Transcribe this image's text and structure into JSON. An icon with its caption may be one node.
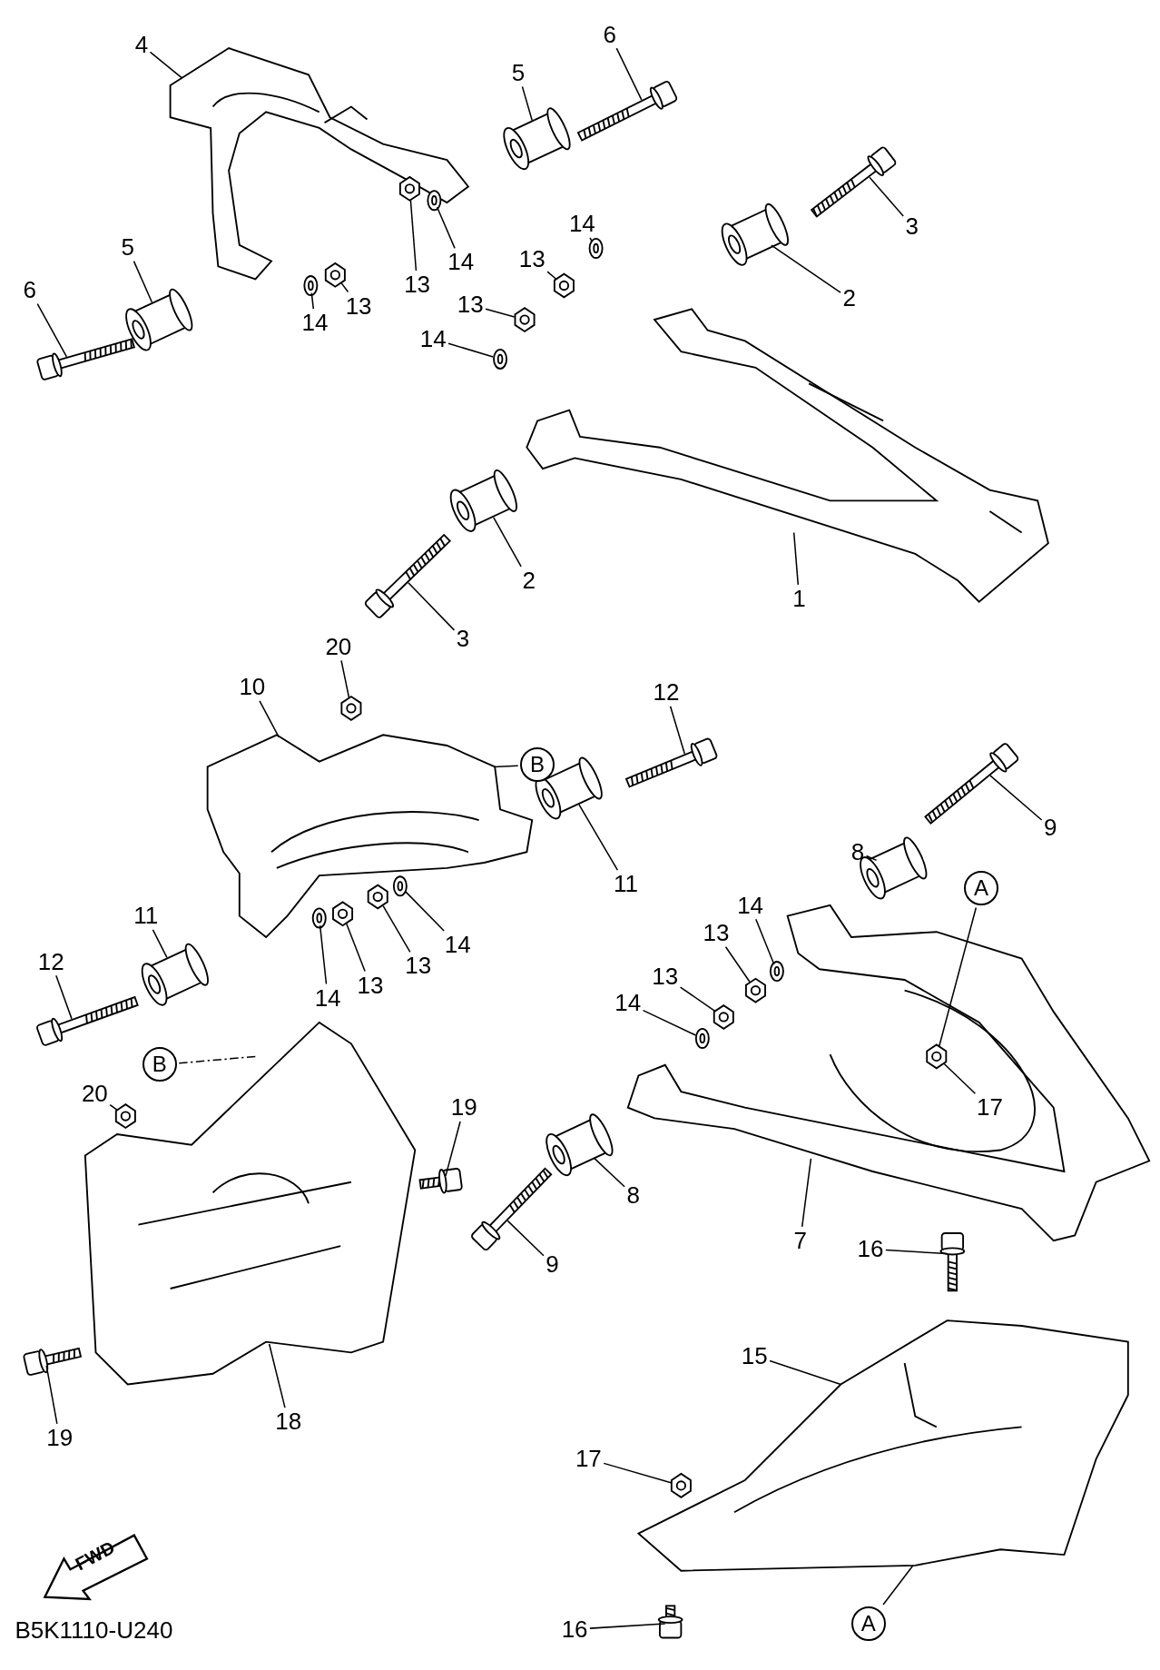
{
  "diagram": {
    "nodes": [
      {
        "text": [
          "4"
        ]
      },
      {
        "text": [
          "6"
        ]
      },
      {
        "text": [
          "5"
        ]
      },
      {
        "text": [
          "3"
        ]
      },
      {
        "text": [
          "14"
        ]
      },
      {
        "text": [
          "13"
        ]
      },
      {
        "text": [
          "2"
        ]
      },
      {
        "text": [
          "13"
        ]
      },
      {
        "text": [
          "14"
        ]
      },
      {
        "text": [
          "5"
        ]
      },
      {
        "text": [
          "6"
        ]
      },
      {
        "text": [
          "14"
        ]
      },
      {
        "text": [
          "13"
        ]
      },
      {
        "text": [
          "13"
        ]
      },
      {
        "text": [
          "14"
        ]
      },
      {
        "text": [
          "2"
        ]
      },
      {
        "text": [
          "1"
        ]
      },
      {
        "text": [
          "3"
        ]
      },
      {
        "text": [
          "20"
        ]
      },
      {
        "text": [
          "10"
        ]
      },
      {
        "text": [
          "B"
        ]
      },
      {
        "text": [
          "12"
        ]
      },
      {
        "text": [
          "9"
        ]
      },
      {
        "text": [
          "8"
        ]
      },
      {
        "text": [
          "11"
        ]
      },
      {
        "text": [
          "A"
        ]
      },
      {
        "text": [
          "14"
        ]
      },
      {
        "text": [
          "13"
        ]
      },
      {
        "text": [
          "13"
        ]
      },
      {
        "text": [
          "14"
        ]
      },
      {
        "text": [
          "11"
        ]
      },
      {
        "text": [
          "12"
        ]
      },
      {
        "text": [
          "14"
        ]
      },
      {
        "text": [
          "13"
        ]
      },
      {
        "text": [
          "13"
        ]
      },
      {
        "text": [
          "14"
        ]
      },
      {
        "text": [
          "17"
        ]
      },
      {
        "text": [
          "B"
        ]
      },
      {
        "text": [
          "20"
        ]
      },
      {
        "text": [
          "19"
        ]
      },
      {
        "text": [
          "8"
        ]
      },
      {
        "text": [
          "7"
        ]
      },
      {
        "text": [
          "9"
        ]
      },
      {
        "text": [
          "16"
        ]
      },
      {
        "text": [
          "15"
        ]
      },
      {
        "text": [
          "18"
        ]
      },
      {
        "text": [
          "19"
        ]
      },
      {
        "text": [
          "17"
        ]
      },
      {
        "text": [
          "A"
        ]
      },
      {
        "text": [
          "16"
        ]
      },
      {
        "text": [
          "FWD"
        ]
      },
      {
        "text": [],
        "shape": "picture"
      },
      {
        "text": [],
        "shape": "picture"
      },
      {
        "text": [],
        "shape": "picture"
      },
      {
        "text": [],
        "shape": "picture"
      },
      {
        "text": [],
        "shape": "picture"
      },
      {
        "text": [],
        "shape": "picture"
      },
      {
        "text": [],
        "shape": "picture"
      },
      {
        "text": [],
        "shape": "picture"
      },
      {
        "text": [],
        "shape": "picture"
      },
      {
        "text": [],
        "shape": "picture"
      },
      {
        "text": [],
        "shape": "picture"
      },
      {
        "text": [],
        "shape": "picture"
      },
      {
        "text": [],
        "shape": "picture"
      },
      {
        "text": [],
        "shape": "picture"
      },
      {
        "text": [],
        "shape": "picture"
      },
      {
        "text": [],
        "shape": "picture"
      },
      {
        "text": [],
        "shape": "picture"
      },
      {
        "text": [],
        "shape": "picture"
      },
      {
        "text": [],
        "shape": "picture"
      },
      {
        "text": [],
        "shape": "picture"
      },
      {
        "text": [],
        "shape": "picture"
      },
      {
        "text": [],
        "shape": "picture"
      },
      {
        "text": [],
        "shape": "picture"
      },
      {
        "text": [],
        "shape": "picture"
      },
      {
        "text": [],
        "shape": "picture"
      },
      {
        "text": [],
        "shape": "picture"
      },
      {
        "text": [],
        "shape": "picture"
      },
      {
        "text": [],
        "shape": "picture"
      },
      {
        "text": [],
        "shape": "picture"
      },
      {
        "text": [],
        "shape": "picture"
      },
      {
        "text": [],
        "shape": "picture"
      },
      {
        "text": [],
        "shape": "picture"
      },
      {
        "text": [],
        "shape": "picture"
      },
      {
        "text": [],
        "shape": "picture"
      },
      {
        "text": [],
        "shape": "picture"
      },
      {
        "text": [],
        "shape": "picture"
      },
      {
        "text": [],
        "shape": "picture"
      },
      {
        "text": [],
        "shape": "picture"
      },
      {
        "text": [],
        "shape": "picture"
      },
      {
        "text": [],
        "shape": "picture"
      },
      {
        "text": [],
        "shape": "picture"
      },
      {
        "text": [],
        "shape": "picture"
      },
      {
        "text": [],
        "shape": "picture"
      },
      {
        "text": [],
        "shape": "picture"
      },
      {
        "text": [],
        "shape": "picture"
      },
      {
        "text": [],
        "shape": "picture"
      }
    ],
    "edges": [
      {
        "from": 0,
        "to": 51,
        "arrow": "none"
      },
      {
        "from": 1,
        "to": 52,
        "arrow": "none"
      },
      {
        "from": 2,
        "to": 53,
        "arrow": "none"
      },
      {
        "from": 3,
        "to": 54,
        "arrow": "none"
      },
      {
        "from": 4,
        "to": 55,
        "arrow": "none"
      },
      {
        "from": 5,
        "to": 56,
        "arrow": "none"
      },
      {
        "from": 6,
        "to": 57,
        "arrow": "none"
      },
      {
        "from": 7,
        "to": 58,
        "arrow": "none"
      },
      {
        "from": 8,
        "to": 59,
        "arrow": "none"
      },
      {
        "from": 9,
        "to": 60,
        "arrow": "none"
      },
      {
        "from": 10,
        "to": 61,
        "arrow": "none"
      },
      {
        "from": 11,
        "to": 62,
        "arrow": "none"
      },
      {
        "from": 12,
        "to": 63,
        "arrow": "none"
      },
      {
        "from": 13,
        "to": 64,
        "arrow": "none"
      },
      {
        "from": 14,
        "to": 65,
        "arrow": "none"
      },
      {
        "from": 15,
        "to": 66,
        "arrow": "none"
      },
      {
        "from": 16,
        "to": 67,
        "arrow": "none"
      },
      {
        "from": 17,
        "to": 68,
        "arrow": "none"
      },
      {
        "from": 18,
        "to": 69,
        "arrow": "none"
      },
      {
        "from": 19,
        "to": 70,
        "arrow": "none"
      },
      {
        "from": 20,
        "to": 70,
        "arrow": "none"
      },
      {
        "from": 21,
        "to": 71,
        "arrow": "none"
      },
      {
        "from": 22,
        "to": 72,
        "arrow": "none"
      },
      {
        "from": 23,
        "to": 73,
        "arrow": "none"
      },
      {
        "from": 24,
        "to": 74,
        "arrow": "none"
      },
      {
        "from": 25,
        "to": 85,
        "arrow": "none"
      },
      {
        "from": 26,
        "to": 75,
        "arrow": "none"
      },
      {
        "from": 27,
        "to": 76,
        "arrow": "none"
      },
      {
        "from": 28,
        "to": 77,
        "arrow": "none"
      },
      {
        "from": 29,
        "to": 78,
        "arrow": "none"
      },
      {
        "from": 30,
        "to": 79,
        "arrow": "none"
      },
      {
        "from": 31,
        "to": 80,
        "arrow": "none"
      },
      {
        "from": 32,
        "to": 81,
        "arrow": "none"
      },
      {
        "from": 33,
        "to": 82,
        "arrow": "none"
      },
      {
        "from": 34,
        "to": 83,
        "arrow": "none"
      },
      {
        "from": 35,
        "to": 84,
        "arrow": "none"
      },
      {
        "from": 36,
        "to": 85,
        "arrow": "none"
      },
      {
        "from": 37,
        "to": 93,
        "arrow": "none",
        "style": "dashed"
      },
      {
        "from": 38,
        "to": 86,
        "arrow": "none"
      },
      {
        "from": 39,
        "to": 87,
        "arrow": "none"
      },
      {
        "from": 40,
        "to": 88,
        "arrow": "none"
      },
      {
        "from": 41,
        "to": 89,
        "arrow": "none"
      },
      {
        "from": 42,
        "to": 90,
        "arrow": "none"
      },
      {
        "from": 43,
        "to": 91,
        "arrow": "none"
      },
      {
        "from": 44,
        "to": 92,
        "arrow": "none"
      },
      {
        "from": 45,
        "to": 93,
        "arrow": "none"
      },
      {
        "from": 46,
        "to": 94,
        "arrow": "none"
      },
      {
        "from": 47,
        "to": 95,
        "arrow": "none"
      },
      {
        "from": 48,
        "to": 92,
        "arrow": "none"
      },
      {
        "from": 49,
        "to": 96,
        "arrow": "none"
      }
    ],
    "labels": [
      "B5K1110-U240"
    ]
  }
}
